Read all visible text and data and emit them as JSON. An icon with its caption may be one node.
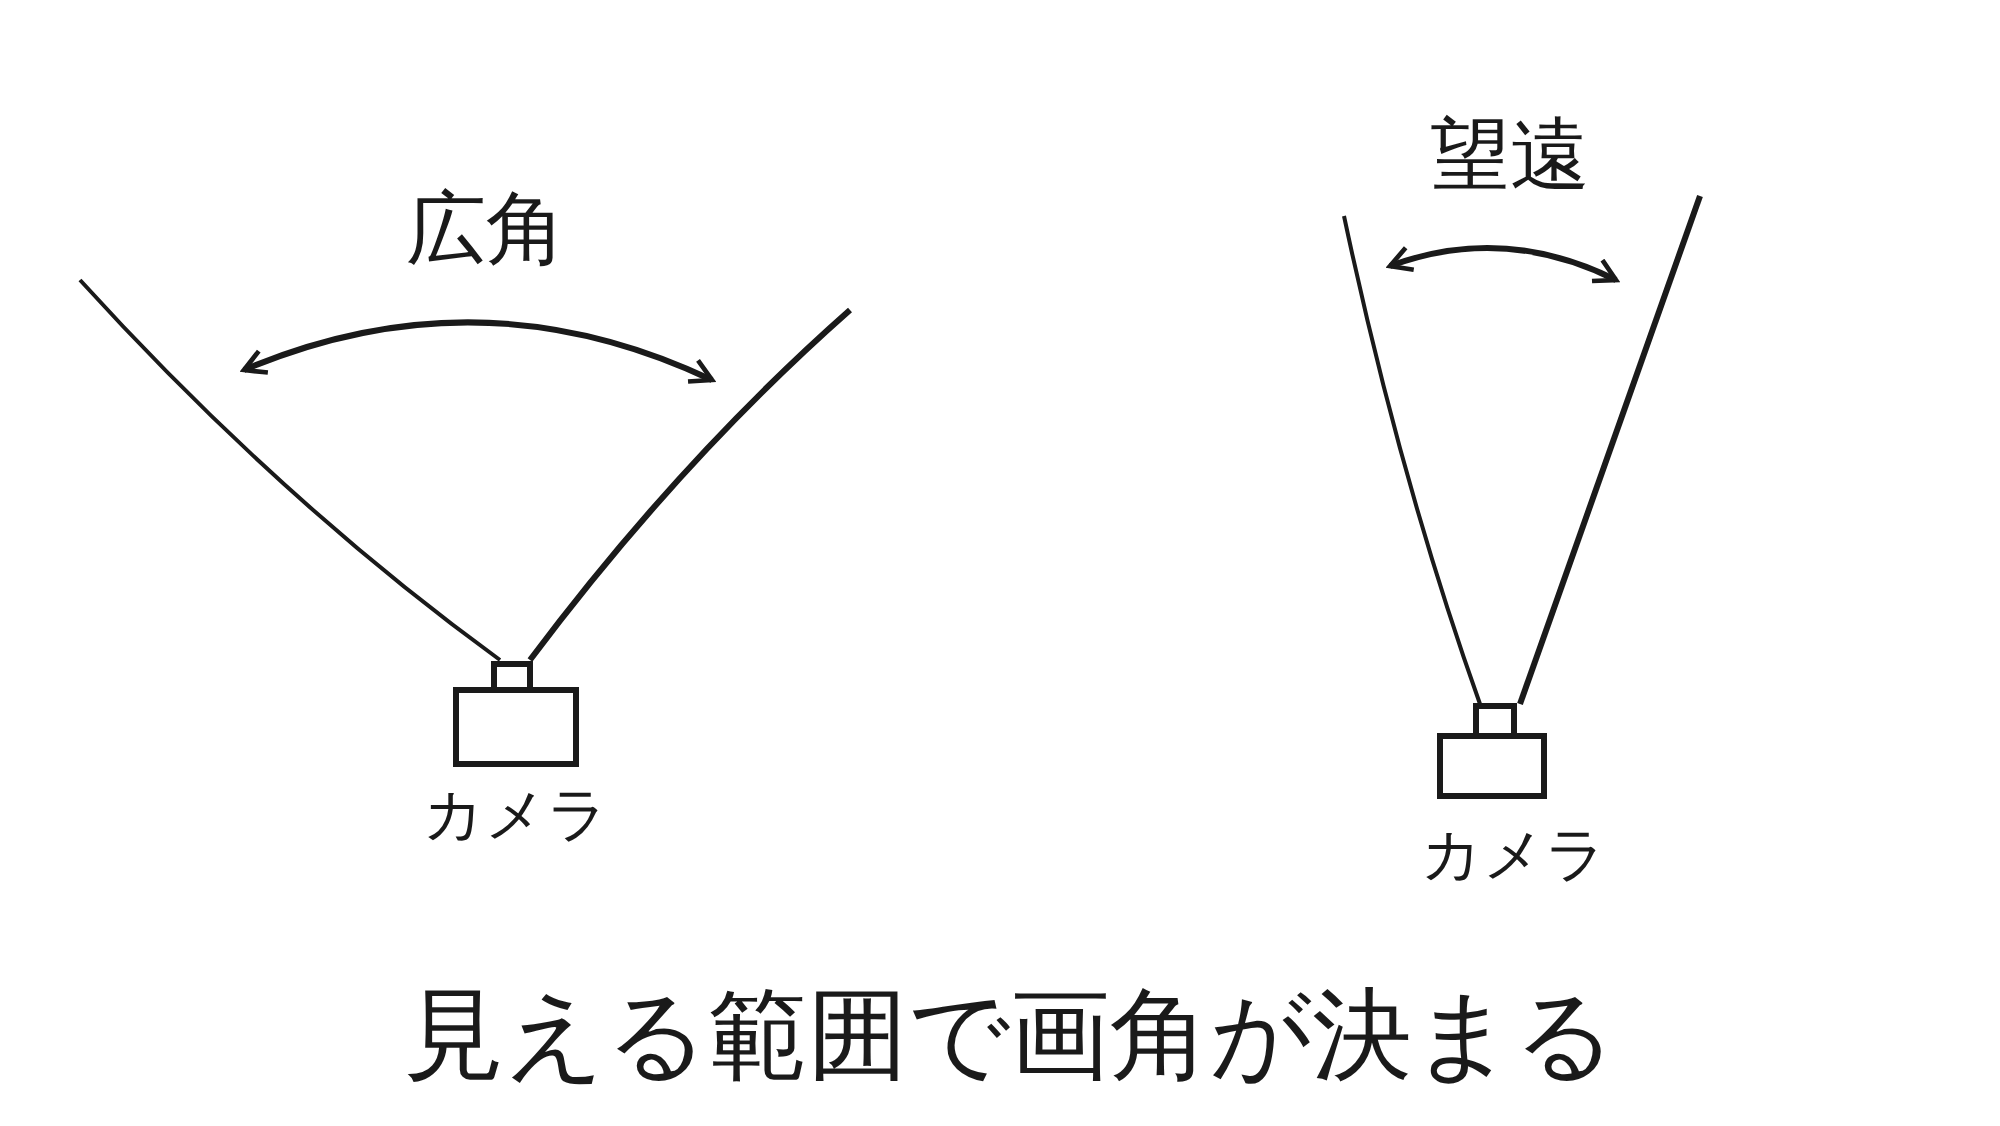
{
  "diagram": {
    "caption": "見える範囲で画角が決まる",
    "labels": [
      "広角",
      "カメラ",
      "望遠",
      "カメラ"
    ]
  }
}
